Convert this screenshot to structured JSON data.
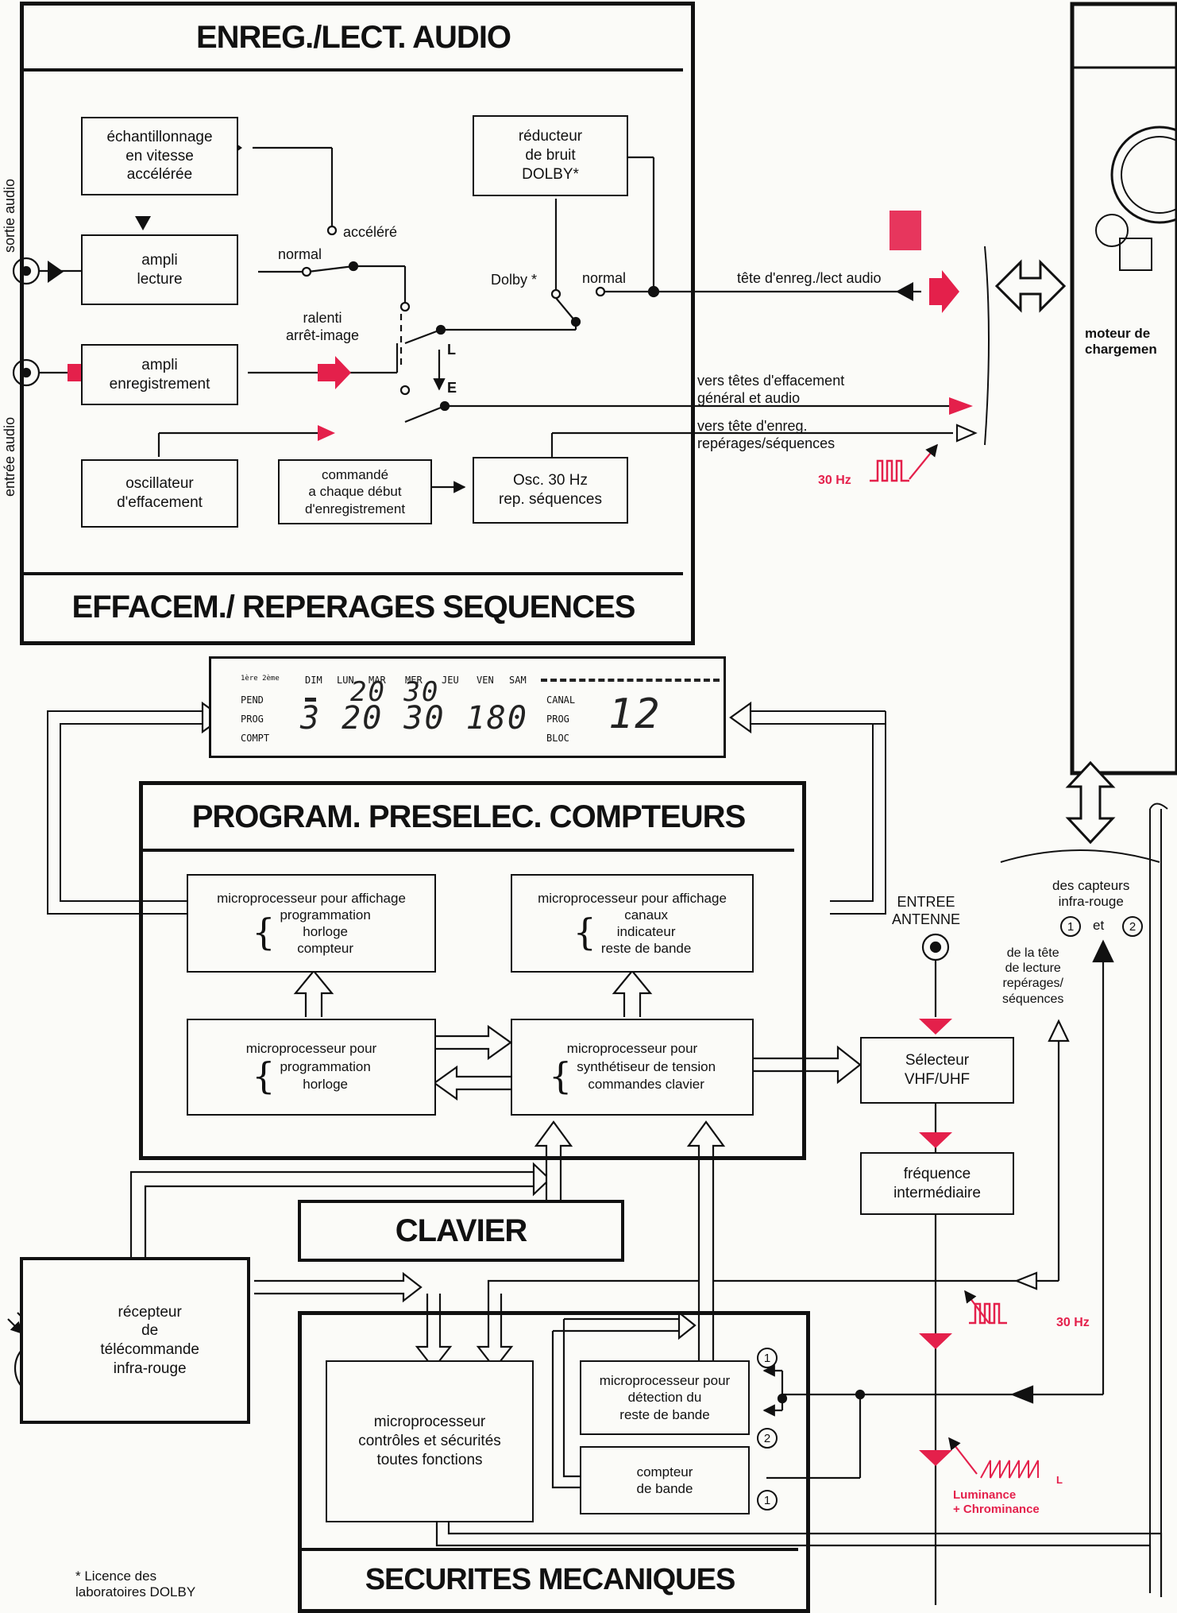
{
  "sections": {
    "audio_title": "ENREG./LECT. AUDIO",
    "erase_title": "EFFACEM./ REPERAGES SEQUENCES",
    "prog_title": "PROGRAM. PRESELEC. COMPTEURS",
    "clavier_title": "CLAVIER",
    "securites_title": "SECURITES MECANIQUES"
  },
  "audio": {
    "sortie_label": "sortie   audio",
    "entree_label": "entrée   audio",
    "echantillonnage": [
      "échantillonnage",
      "en vitesse",
      "accélérée"
    ],
    "ampli_lecture": [
      "ampli",
      "lecture"
    ],
    "ampli_enregistrement": [
      "ampli",
      "enregistrement"
    ],
    "reducteur": [
      "réducteur",
      "de bruit",
      "DOLBY*"
    ],
    "accelere": "accéléré",
    "normal_left": "normal",
    "ralenti": [
      "ralenti",
      "arrêt-image"
    ],
    "dolby": "Dolby *",
    "normal_right": "normal",
    "L": "L",
    "E": "E",
    "tete_label": "tête  d'enreg./lect audio",
    "vers_tetes": [
      "vers têtes d'effacement",
      "général et audio"
    ],
    "vers_tete": [
      "vers tête  d'enreg.",
      "repérages/séquences"
    ],
    "hz_label": "30 Hz",
    "oscillateur": [
      "oscillateur",
      "d'effacement"
    ],
    "commande": [
      "commandé",
      "a chaque début",
      "d'enregistrement"
    ],
    "osc30": [
      "Osc. 30 Hz",
      "rep. séquences"
    ]
  },
  "right_panel": {
    "moteur": [
      "moteur de",
      "chargemen"
    ]
  },
  "display": {
    "days_prefix": "1ère  2ème",
    "days": [
      "DIM",
      "LUN",
      "MAR",
      "MER",
      "JEU",
      "VEN",
      "SAM"
    ],
    "rows": [
      "PEND",
      "PROG",
      "COMPT"
    ],
    "rows_right": [
      "CANAL",
      "PROG",
      "BLOC"
    ],
    "digits_top": "20 30",
    "digits_main": "3 20 30  180",
    "digits_right": "12"
  },
  "prog": {
    "mp_affichage_left": [
      "microprocesseur pour affichage",
      "programmation",
      "horloge",
      "compteur"
    ],
    "mp_affichage_right": [
      "microprocesseur pour affichage",
      "canaux",
      "indicateur",
      "reste de bande"
    ],
    "mp_programmation": [
      "microprocesseur pour",
      "programmation",
      "horloge"
    ],
    "mp_synth": [
      "microprocesseur pour",
      "synthétiseur de tension",
      "commandes clavier"
    ],
    "entree_antenne": [
      "ENTREE",
      "ANTENNE"
    ],
    "selecteur": [
      "Sélecteur",
      "VHF/UHF"
    ],
    "frequence": [
      "fréquence",
      "intermédiaire"
    ],
    "capteurs": [
      "des capteurs",
      "infra-rouge"
    ],
    "capteurs_et": "et",
    "tete_lecture": [
      "de la tête",
      "de lecture",
      "repérages/",
      "séquences"
    ]
  },
  "bottom": {
    "recepteur": [
      "récepteur",
      "de",
      "télécommande",
      "infra-rouge"
    ],
    "mp_controles": [
      "microprocesseur",
      "contrôles et sécurités",
      "toutes fonctions"
    ],
    "mp_detection": [
      "microprocesseur pour",
      "détection du",
      "reste de bande"
    ],
    "compteur_bande": [
      "compteur",
      "de bande"
    ],
    "hz_label": "30 Hz",
    "luminance": [
      "Luminance",
      "+ Chrominance"
    ],
    "lum_L": "L",
    "num_1": "1",
    "num_2": "2",
    "footnote": [
      "* Licence des",
      "laboratoires DOLBY"
    ]
  },
  "colors": {
    "ink": "#111111",
    "accent": "#e4204b",
    "paper": "#fbfbf8"
  }
}
